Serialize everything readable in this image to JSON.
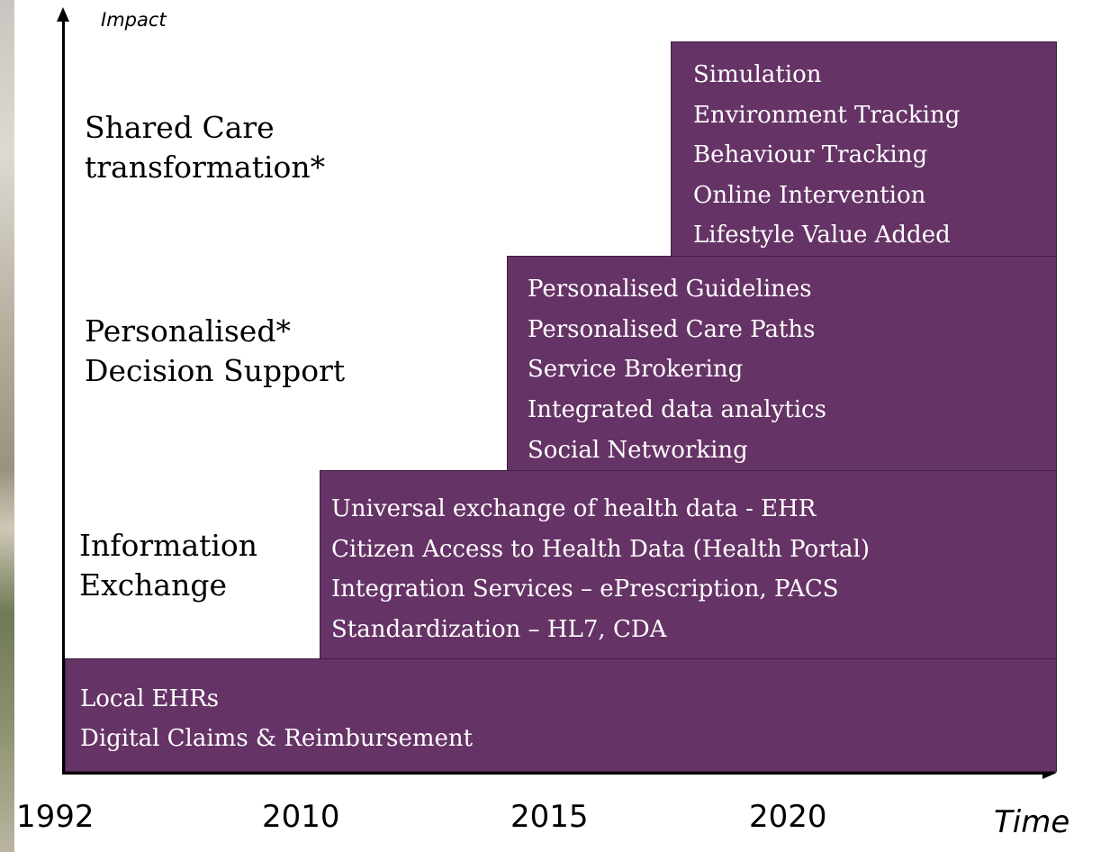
{
  "colors": {
    "block_fill": "#663366",
    "block_text": "#ffffff",
    "axis": "#000000"
  },
  "axes": {
    "y_label": "Impact",
    "x_label": "Time",
    "years": [
      "1992",
      "2010",
      "2015",
      "2020"
    ]
  },
  "levels": [
    {
      "label": [
        "Shared Care",
        "transformation*"
      ]
    },
    {
      "label": [
        "Personalised*",
        "Decision Support"
      ]
    },
    {
      "label": [
        "Information",
        "Exchange"
      ]
    }
  ],
  "blocks": {
    "shared_care": [
      "Simulation",
      "Environment Tracking",
      "Behaviour Tracking",
      "Online Intervention",
      "Lifestyle Value Added"
    ],
    "decision_support": [
      "Personalised Guidelines",
      "Personalised Care Paths",
      "Service Brokering",
      "Integrated data analytics",
      "Social Networking"
    ],
    "information_exchange": [
      "Universal exchange of health data - EHR",
      "Citizen Access to Health Data (Health Portal)",
      "Integration Services – ePrescription, PACS",
      "Standardization – HL7, CDA"
    ],
    "base": [
      "Local EHRs",
      "Digital Claims & Reimbursement"
    ]
  }
}
